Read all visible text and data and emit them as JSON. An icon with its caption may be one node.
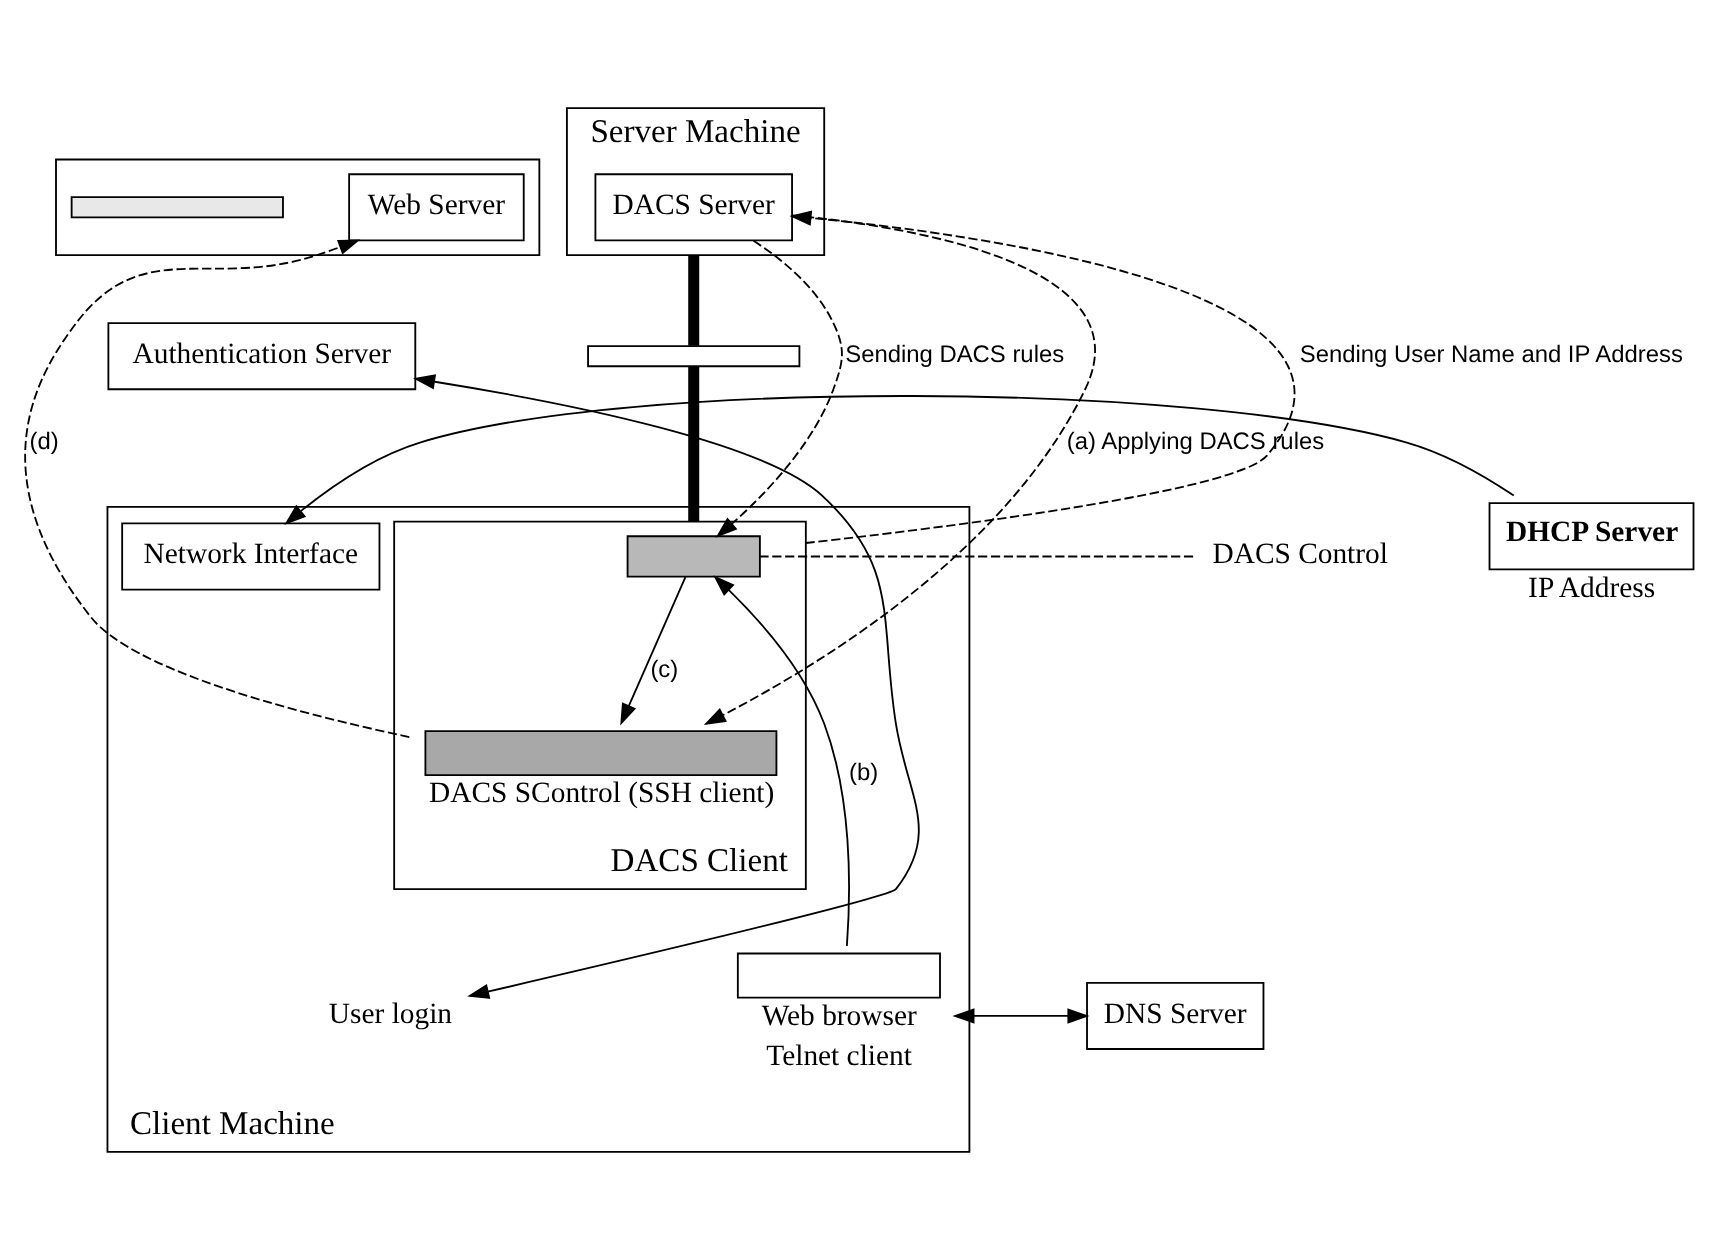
{
  "diagram": {
    "nodes": [
      {
        "text": [],
        "shape": "box"
      },
      {
        "text": [
          "Web Server"
        ],
        "in": 0
      },
      {
        "text": [],
        "shape": "bar",
        "in": 0
      },
      {
        "text": [
          "Server Machine"
        ]
      },
      {
        "text": [
          "DACS Server"
        ],
        "in": 3
      },
      {
        "text": [],
        "shape": "bar"
      },
      {
        "text": [
          "Client Machine"
        ]
      },
      {
        "text": [
          "DACS Client"
        ],
        "in": 6
      },
      {
        "text": [],
        "shape": "box",
        "in": 7
      },
      {
        "text": [
          "DACS Control"
        ]
      },
      {
        "text": [],
        "shape": "box",
        "in": 7,
        "beside": [
          "DACS SControl (SSH client)"
        ]
      },
      {
        "text": [],
        "shape": "box",
        "in": 6,
        "beside": [
          "Web browser",
          "Telnet client"
        ]
      },
      {
        "text": [
          "DNS Server"
        ]
      },
      {
        "text": [
          "Network Interface"
        ],
        "in": 6
      },
      {
        "text": [
          "DHCP Server"
        ],
        "beside": [
          "IP Address"
        ]
      },
      {
        "text": [
          "Authentication Server"
        ]
      },
      {
        "text": [
          "User login"
        ],
        "in": 6
      }
    ],
    "edges": [
      {
        "from": 3,
        "to": 5,
        "arrow": "none",
        "style": "thick"
      },
      {
        "from": 5,
        "to": 7,
        "arrow": "none",
        "style": "thick"
      },
      {
        "from": 4,
        "to": 8,
        "arrow": "to",
        "style": "dashed",
        "label": "Sending DACS rules"
      },
      {
        "from": 4,
        "to": 10,
        "arrow": "to",
        "style": "dashed",
        "label": "(a) Applying DACS rules"
      },
      {
        "from": 7,
        "to": 4,
        "arrow": "to",
        "style": "dashed",
        "label": "Sending User Name and IP Address"
      },
      {
        "from": 10,
        "to": 1,
        "arrow": "to",
        "style": "dashed",
        "label": "(d)"
      },
      {
        "from": 9,
        "to": 8,
        "arrow": "none",
        "style": "dashed"
      },
      {
        "from": 11,
        "to": 8,
        "arrow": "to",
        "label": "(b)"
      },
      {
        "from": 8,
        "to": 10,
        "arrow": "to",
        "label": "(c)"
      },
      {
        "from": 12,
        "to": 11,
        "arrow": "both"
      },
      {
        "from": 14,
        "to": 13,
        "arrow": "to"
      },
      {
        "from": 16,
        "to": 15,
        "arrow": "both"
      }
    ]
  }
}
